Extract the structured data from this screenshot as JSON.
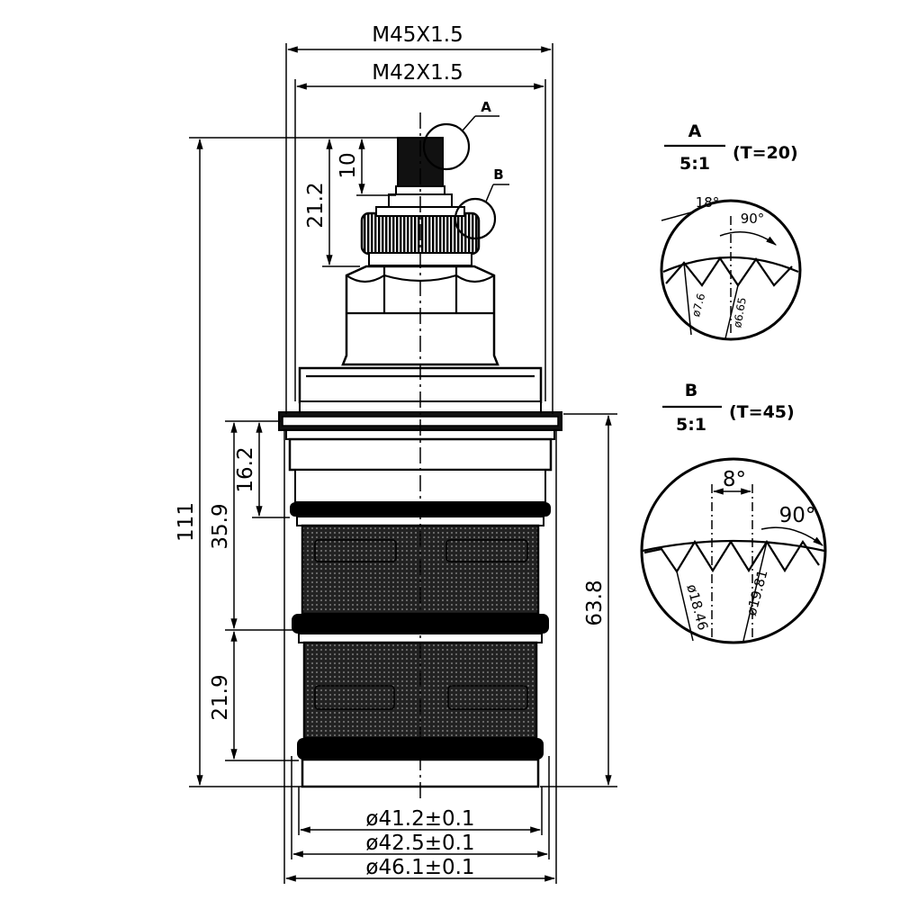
{
  "dimensions": {
    "thread_outer": "M45X1.5",
    "thread_inner": "M42X1.5",
    "total_height": "111",
    "upper_height": "21.2",
    "spindle_height": "10",
    "body_height": "63.8",
    "seal_spacing_1": "16.2",
    "seal_spacing_2": "35.9",
    "bottom_section": "21.9",
    "diameter_1": "ø41.2±0.1",
    "diameter_2": "ø42.5±0.1",
    "diameter_3": "ø46.1±0.1"
  },
  "callouts": {
    "a": "A",
    "b": "B"
  },
  "detail_a": {
    "letter": "A",
    "scale": "5:1",
    "teeth": "(T=20)",
    "angle_1": "18°",
    "angle_2": "90°",
    "dia_1": "ø7.6",
    "dia_2": "ø6.65"
  },
  "detail_b": {
    "letter": "B",
    "scale": "5:1",
    "teeth": "(T=45)",
    "angle_1": "8°",
    "angle_2": "90°",
    "dia_1": "ø18.46",
    "dia_2": "ø19.81"
  }
}
